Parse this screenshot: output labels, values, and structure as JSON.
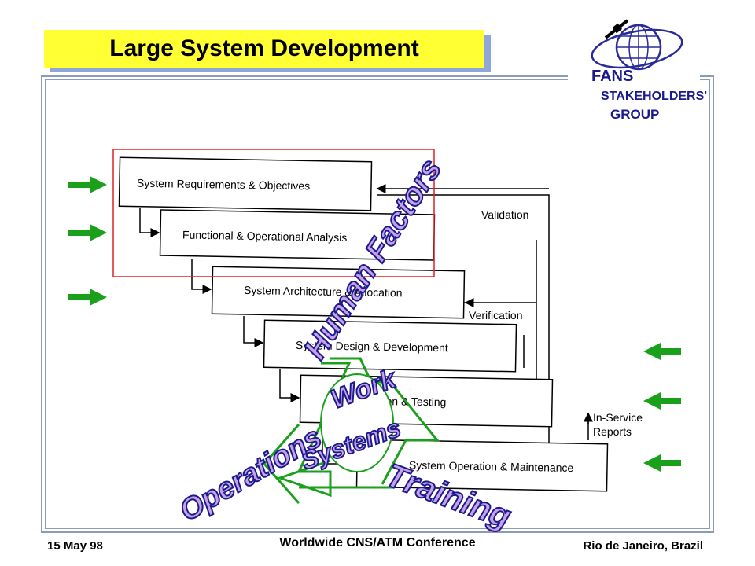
{
  "header": {
    "title": "Large System Development"
  },
  "logo": {
    "line1": "FANS",
    "line2": "STAKEHOLDERS'",
    "line3": "GROUP"
  },
  "diagram": {
    "steps": [
      "System Requirements & Objectives",
      "Functional & Operational Analysis",
      "System Architecture & Allocation",
      "System Design & Development",
      "Integration & Testing",
      "System Operation & Maintenance"
    ],
    "feedback_labels": {
      "validation": "Validation",
      "verification": "Verification",
      "in_service_line1": "In-Service",
      "in_service_line2": "Reports"
    },
    "overlay_words": {
      "human_factors": "Human Factors",
      "work": "Work",
      "systems": "Systems",
      "operations": "Operations",
      "training": "Training"
    }
  },
  "colors": {
    "title_bg": "#ffff33",
    "arrow_green": "#1aa01a",
    "overlay_purple": "#c8a0e6",
    "outline_blue": "#1a1a8c",
    "frame": "#8c9bb8",
    "highlight_red": "#e02020"
  },
  "footer": {
    "date": "15 May 98",
    "conference": "Worldwide CNS/ATM Conference",
    "location": "Rio de Janeiro, Brazil"
  }
}
